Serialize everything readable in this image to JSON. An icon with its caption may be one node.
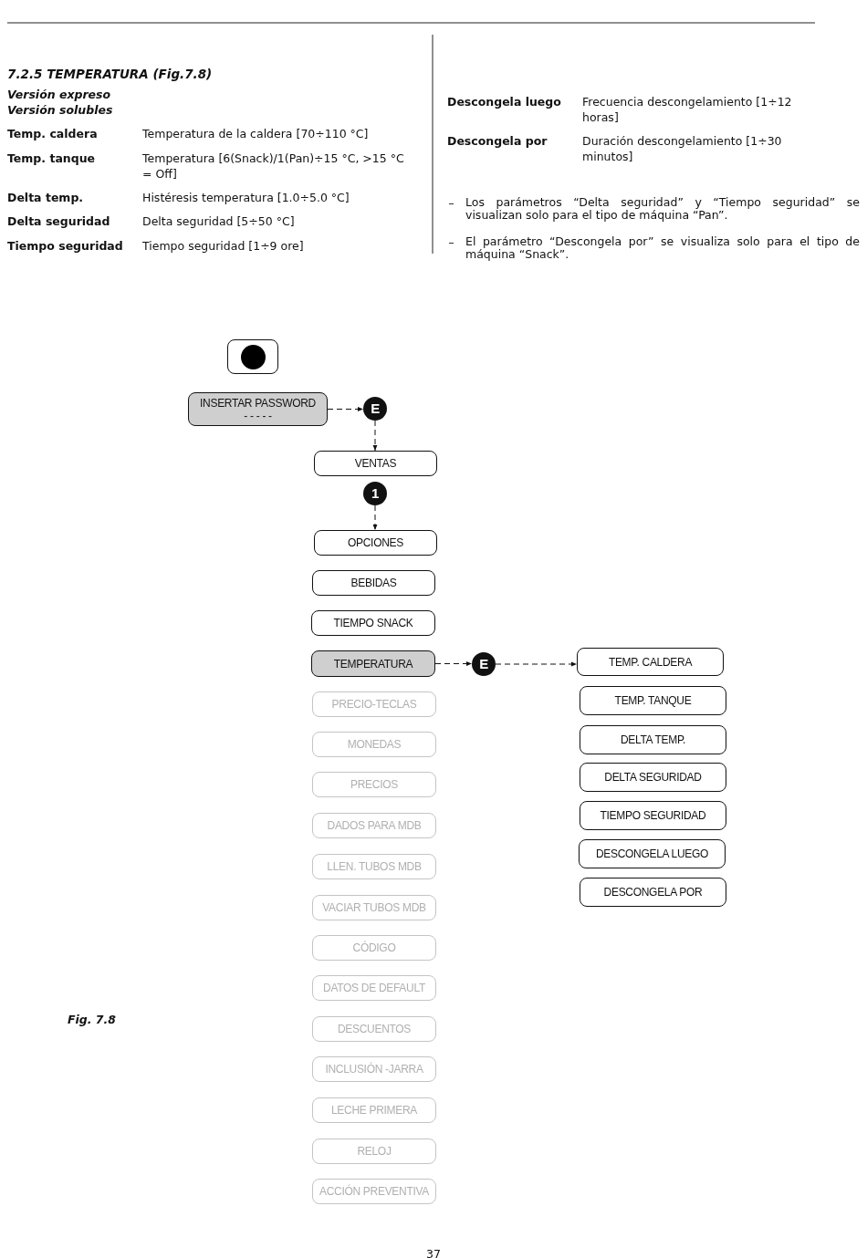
{
  "diagram": {
    "title": "7.2.5 TEMPERATURA (Fig.7.8)",
    "caption": "Fig. 7.8",
    "nodes": [
      {
        "text": [],
        "shape": "box"
      },
      {
        "text": [
          "INSERTAR PASSWORD",
          "- - - - -"
        ]
      },
      {
        "text": [
          "E"
        ]
      },
      {
        "text": [
          "VENTAS"
        ]
      },
      {
        "text": [
          "1"
        ]
      },
      {
        "text": [
          "OPCIONES"
        ]
      },
      {
        "text": [
          "BEBIDAS"
        ]
      },
      {
        "text": [
          "TIEMPO SNACK"
        ]
      },
      {
        "text": [
          "TEMPERATURA"
        ]
      },
      {
        "text": [
          "E"
        ]
      },
      {
        "text": [
          "PRECIO-TECLAS"
        ]
      },
      {
        "text": [
          "MONEDAS"
        ]
      },
      {
        "text": [
          "PRECIOS"
        ]
      },
      {
        "text": [
          "DADOS PARA MDB"
        ]
      },
      {
        "text": [
          "LLEN. TUBOS MDB"
        ]
      },
      {
        "text": [
          "VACIAR TUBOS MDB"
        ]
      },
      {
        "text": [
          "CÓDIGO"
        ]
      },
      {
        "text": [
          "DATOS DE DEFAULT"
        ]
      },
      {
        "text": [
          "DESCUENTOS"
        ]
      },
      {
        "text": [
          "INCLUSIÓN -JARRA"
        ]
      },
      {
        "text": [
          "LECHE PRIMERA"
        ]
      },
      {
        "text": [
          "RELOJ"
        ]
      },
      {
        "text": [
          "ACCIÓN PREVENTIVA"
        ]
      },
      {
        "text": [
          "TEMP. CALDERA"
        ]
      },
      {
        "text": [
          "TEMP. TANQUE"
        ]
      },
      {
        "text": [
          "DELTA TEMP."
        ]
      },
      {
        "text": [
          "DELTA SEGURIDAD"
        ]
      },
      {
        "text": [
          "TIEMPO SEGURIDAD"
        ]
      },
      {
        "text": [
          "DESCONGELA LUEGO"
        ]
      },
      {
        "text": [
          "DESCONGELA POR"
        ]
      }
    ],
    "edges": [
      {
        "from": 1,
        "to": 2,
        "arrow": "to",
        "style": "dashed"
      },
      {
        "from": 2,
        "to": 3,
        "arrow": "to",
        "style": "dashed"
      },
      {
        "from": 4,
        "to": 5,
        "arrow": "to",
        "style": "dashed"
      },
      {
        "from": 8,
        "to": 9,
        "arrow": "to",
        "style": "dashed"
      },
      {
        "from": 9,
        "to": 23,
        "arrow": "to",
        "style": "dashed"
      }
    ],
    "labels": [
      "Versión expreso",
      "Versión solubles",
      "Temp. caldera",
      "Temperatura de la caldera [70÷110 °C]",
      "Temp. tanque",
      "Temperatura [6(Snack)/1(Pan)÷15 °C, >15 °C = Off]",
      "Delta temp.",
      "Histéresis temperatura [1.0÷5.0 °C]",
      "Delta seguridad",
      "Delta seguridad [5÷50 °C]",
      "Tiempo seguridad",
      "Tiempo seguridad [1÷9 ore]",
      "Descongela luego",
      "Frecuencia descongelamiento [1÷12 horas]",
      "Descongela por",
      "Duración descongelamiento [1÷30 minutos]",
      "Los parámetros “Delta seguridad” y “Tiempo seguridad” se visualizan solo para el tipo de máquina “Pan”.",
      "El parámetro “Descongela por” se visualiza solo para el tipo de máquina “Snack”.",
      "37"
    ]
  }
}
